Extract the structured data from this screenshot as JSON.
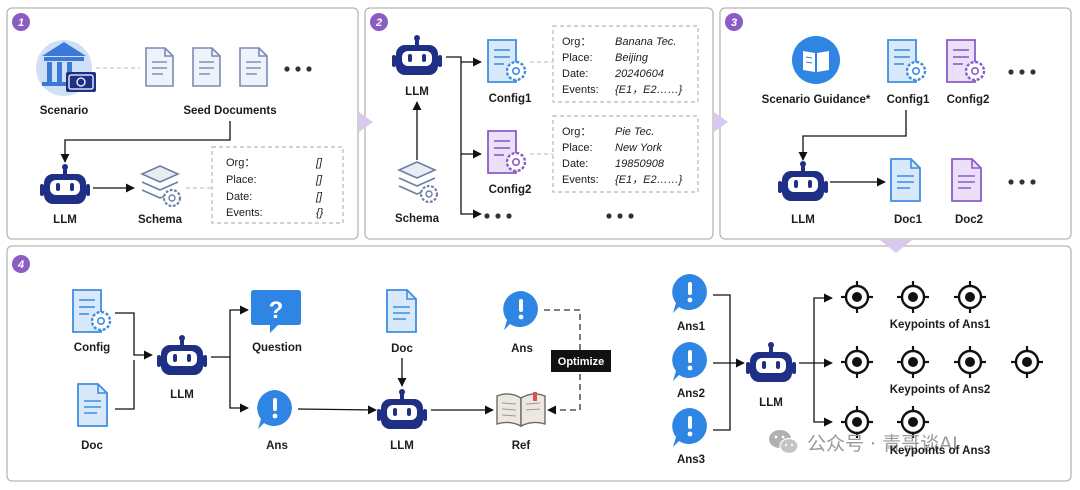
{
  "panels": {
    "p1": {
      "badge": "1",
      "scenario": "Scenario",
      "seed_documents": "Seed Documents",
      "llm": "LLM",
      "schema": "Schema",
      "schema_fields": [
        {
          "key": "Org：",
          "value": "[]"
        },
        {
          "key": "Place:",
          "value": "[]"
        },
        {
          "key": "Date:",
          "value": "[]"
        },
        {
          "key": "Events:",
          "value": "{}"
        }
      ]
    },
    "p2": {
      "badge": "2",
      "llm": "LLM",
      "schema": "Schema",
      "config1": "Config1",
      "config2": "Config2",
      "config1_fields": [
        {
          "key": "Org：",
          "value": "Banana Tec."
        },
        {
          "key": "Place:",
          "value": "Beijing"
        },
        {
          "key": "Date:",
          "value": "20240604"
        },
        {
          "key": "Events:",
          "value": "{E1，E2……}"
        }
      ],
      "config2_fields": [
        {
          "key": "Org：",
          "value": "Pie Tec."
        },
        {
          "key": "Place:",
          "value": "New York"
        },
        {
          "key": "Date:",
          "value": "19850908"
        },
        {
          "key": "Events:",
          "value": "{E1，E2……}"
        }
      ]
    },
    "p3": {
      "badge": "3",
      "scenario_guidance": "Scenario Guidance*",
      "config1": "Config1",
      "config2": "Config2",
      "llm": "LLM",
      "doc1": "Doc1",
      "doc2": "Doc2"
    },
    "p4": {
      "badge": "4",
      "config": "Config",
      "doc_left": "Doc",
      "llm_left": "LLM",
      "question": "Question",
      "ans": "Ans",
      "doc_mid": "Doc",
      "llm_mid": "LLM",
      "ans_top": "Ans",
      "ref": "Ref",
      "optimize": "Optimize",
      "ans1": "Ans1",
      "ans2": "Ans2",
      "ans3": "Ans3",
      "llm_right": "LLM",
      "kp1": "Keypoints of Ans1",
      "kp2": "Keypoints of Ans2",
      "kp3": "Keypoints of Ans3"
    }
  },
  "watermark": "公众号 · 青哥谈AI",
  "colors": {
    "badge": "#8c5cc5",
    "llm_navy": "#1f2f86",
    "blue_doc": "#3e8ee0",
    "purple_doc": "#8a5cc9",
    "gray_doc": "#7a8bb0",
    "bubble_blue": "#2f85e3",
    "panel_border": "#b7b7b7",
    "chevron": "#d8c9ef"
  },
  "icons": [
    "bank-icon",
    "document-icon",
    "robot-icon",
    "layers-gear-icon",
    "gear-document-icon",
    "book-icon",
    "question-bubble-icon",
    "exclamation-bubble-icon",
    "open-book-icon",
    "target-icon",
    "wechat-icon"
  ]
}
